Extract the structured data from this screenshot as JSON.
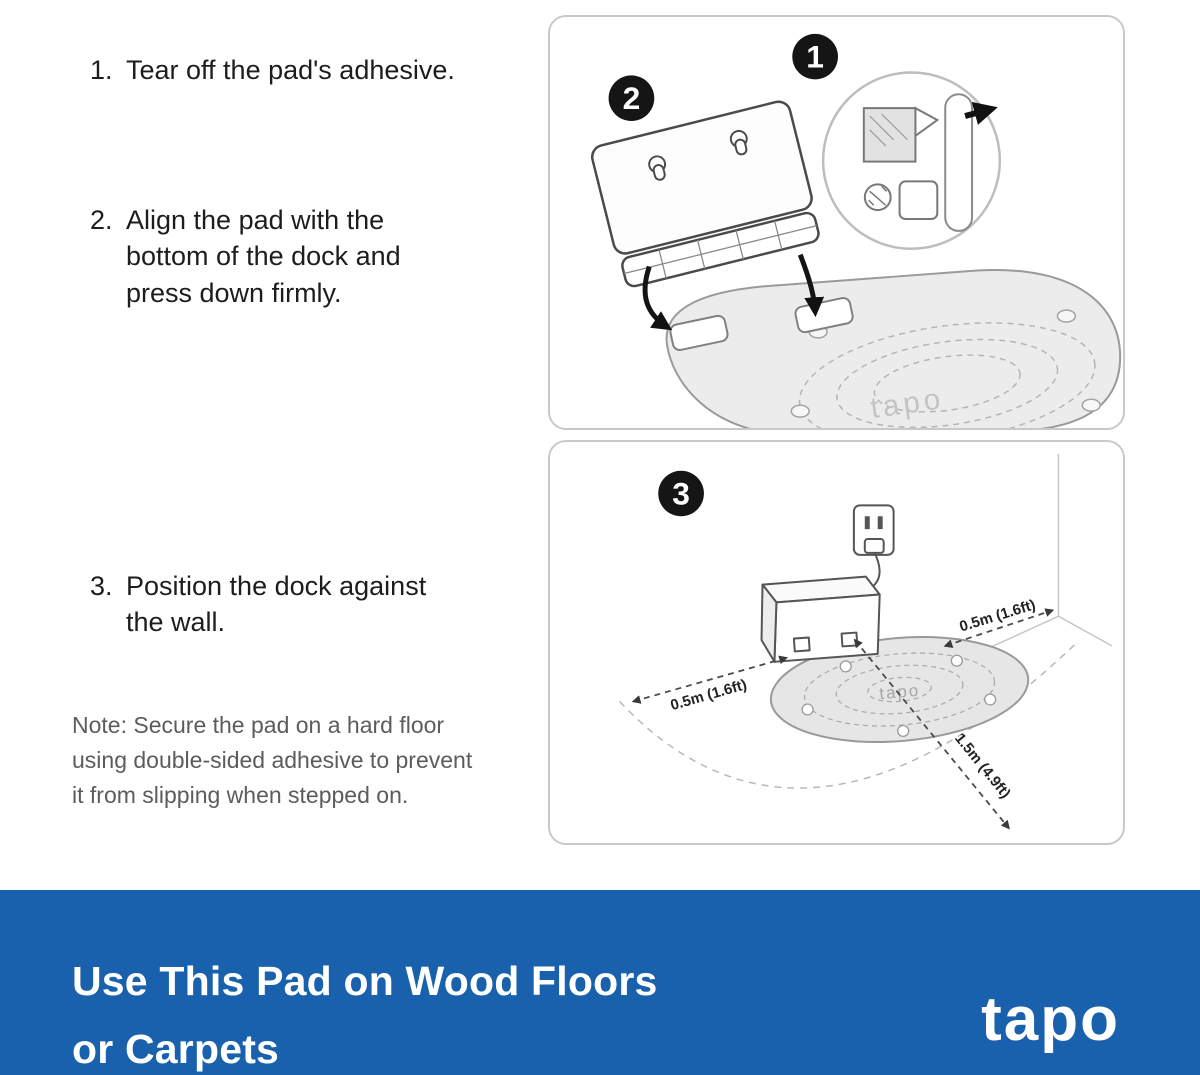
{
  "steps": [
    {
      "number": "1.",
      "text": "Tear off the pad's adhesive."
    },
    {
      "number": "2.",
      "text": "Align the pad with the\nbottom of the dock and\npress down firmly."
    },
    {
      "number": "3.",
      "text": "Position the dock against\nthe wall."
    }
  ],
  "note": "Note: Secure the pad on a hard floor\nusing double-sided adhesive to prevent\nit from slipping when stepped on.",
  "diagram1": {
    "badge_inset": "1",
    "badge_main": "2",
    "pad_logo": "tapo"
  },
  "diagram2": {
    "badge": "3",
    "distance_right": "0.5m (1.6ft)",
    "distance_left": "0.5m (1.6ft)",
    "distance_diagonal": "1.5m (4.9ft)",
    "pad_logo": "tapo"
  },
  "banner": {
    "title_line1": "Use This Pad on Wood Floors",
    "title_line2": "or Carpets",
    "logo": "tapo",
    "background_color": "#1961ac"
  }
}
